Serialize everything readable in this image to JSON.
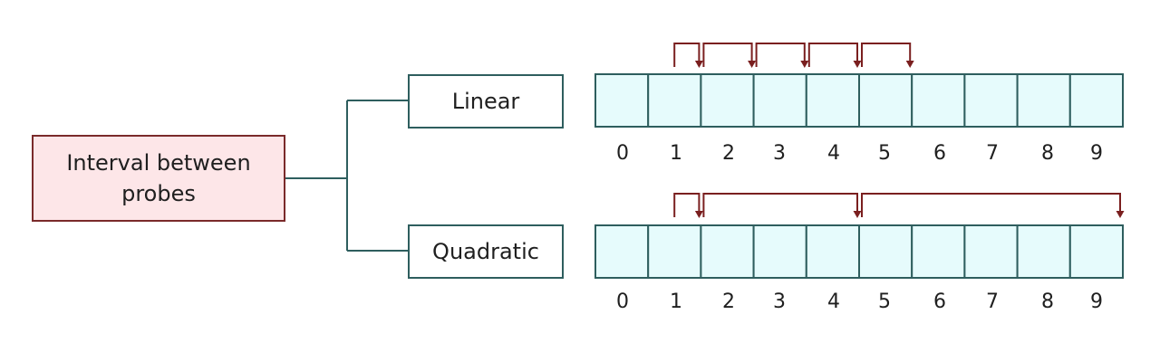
{
  "root": {
    "label": "Interval between probes"
  },
  "methods": [
    {
      "id": "linear",
      "label": "Linear",
      "probe_sequence": [
        1,
        2,
        3,
        4,
        5,
        6
      ]
    },
    {
      "id": "quadratic",
      "label": "Quadratic",
      "probe_sequence": [
        1,
        2,
        5,
        10
      ]
    }
  ],
  "array": {
    "indices": [
      "0",
      "1",
      "2",
      "3",
      "4",
      "5",
      "6",
      "7",
      "8",
      "9"
    ]
  },
  "colors": {
    "root_fill": "#fde6e8",
    "root_border": "#7a2a2a",
    "cell_fill": "#e6fbfc",
    "border": "#2e5e5e",
    "arrow": "#7a1f1f"
  }
}
